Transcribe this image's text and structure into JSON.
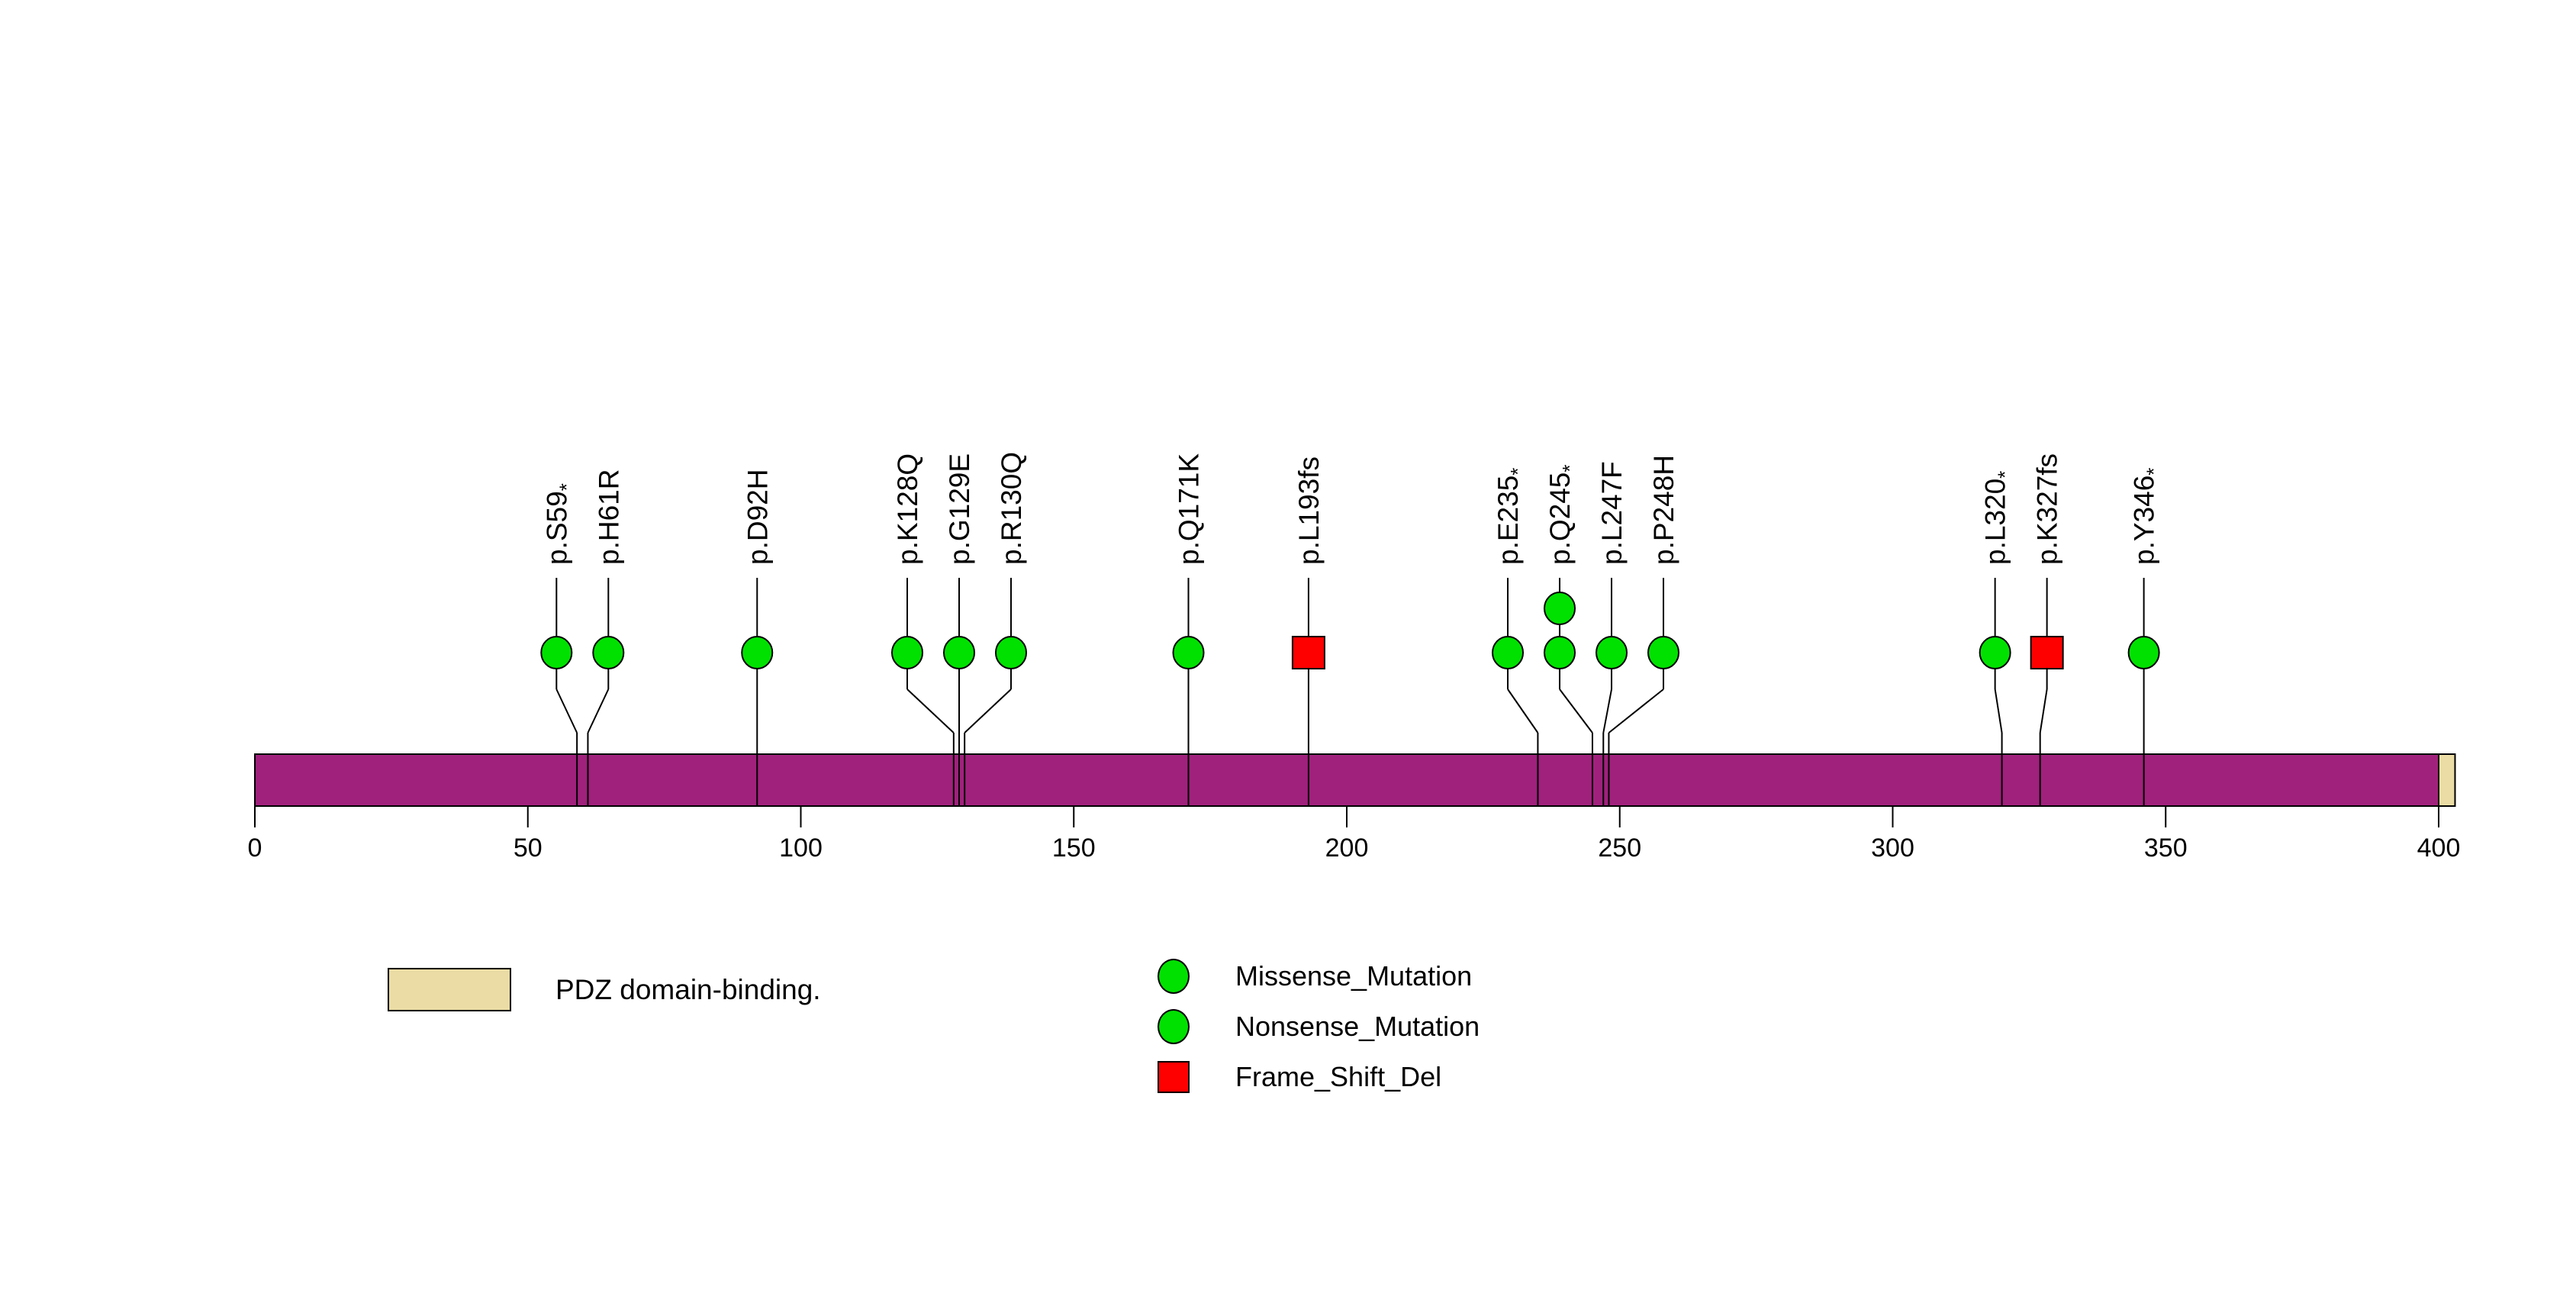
{
  "chart_data": {
    "type": "lollipop",
    "title": "",
    "xlabel": "",
    "axis": {
      "min": 0,
      "max": 400,
      "tick_step": 50,
      "tick_labels": [
        "0",
        "50",
        "100",
        "150",
        "200",
        "250",
        "300",
        "350",
        "400"
      ]
    },
    "protein_length": 403,
    "bar_color": "#A0217C",
    "stick_color": "#000000",
    "domains": [
      {
        "name": "PDZ domain-binding.",
        "start": 400,
        "end": 403,
        "color": "#EADCA4"
      }
    ],
    "mutation_types": {
      "Missense_Mutation": {
        "shape": "circle",
        "color": "#00E100"
      },
      "Nonsense_Mutation": {
        "shape": "circle",
        "color": "#00E100"
      },
      "Frame_Shift_Del": {
        "shape": "square",
        "color": "#FF0000"
      }
    },
    "mutations": [
      {
        "label": "p.S59",
        "sub": "*",
        "position": 59,
        "type": "Nonsense_Mutation",
        "count": 1
      },
      {
        "label": "p.H61R",
        "sub": "",
        "position": 61,
        "type": "Missense_Mutation",
        "count": 1
      },
      {
        "label": "p.D92H",
        "sub": "",
        "position": 92,
        "type": "Missense_Mutation",
        "count": 1
      },
      {
        "label": "p.K128Q",
        "sub": "",
        "position": 128,
        "type": "Missense_Mutation",
        "count": 1
      },
      {
        "label": "p.G129E",
        "sub": "",
        "position": 129,
        "type": "Missense_Mutation",
        "count": 1
      },
      {
        "label": "p.R130Q",
        "sub": "",
        "position": 130,
        "type": "Missense_Mutation",
        "count": 1
      },
      {
        "label": "p.Q171K",
        "sub": "",
        "position": 171,
        "type": "Missense_Mutation",
        "count": 1
      },
      {
        "label": "p.L193fs",
        "sub": "",
        "position": 193,
        "type": "Frame_Shift_Del",
        "count": 1
      },
      {
        "label": "p.E235",
        "sub": "*",
        "position": 235,
        "type": "Nonsense_Mutation",
        "count": 1
      },
      {
        "label": "p.Q245",
        "sub": "*",
        "position": 245,
        "type": "Nonsense_Mutation",
        "count": 2
      },
      {
        "label": "p.L247F",
        "sub": "",
        "position": 247,
        "type": "Missense_Mutation",
        "count": 1
      },
      {
        "label": "p.P248H",
        "sub": "",
        "position": 248,
        "type": "Missense_Mutation",
        "count": 1
      },
      {
        "label": "p.L320",
        "sub": "*",
        "position": 320,
        "type": "Nonsense_Mutation",
        "count": 1
      },
      {
        "label": "p.K327fs",
        "sub": "",
        "position": 327,
        "type": "Frame_Shift_Del",
        "count": 1
      },
      {
        "label": "p.Y346",
        "sub": "*",
        "position": 346,
        "type": "Nonsense_Mutation",
        "count": 1
      }
    ],
    "legend_domain": {
      "label": "PDZ domain-binding."
    },
    "legend_items": [
      {
        "label": "Missense_Mutation",
        "type": "Missense_Mutation"
      },
      {
        "label": "Nonsense_Mutation",
        "type": "Nonsense_Mutation"
      },
      {
        "label": "Frame_Shift_Del",
        "type": "Frame_Shift_Del"
      }
    ]
  }
}
